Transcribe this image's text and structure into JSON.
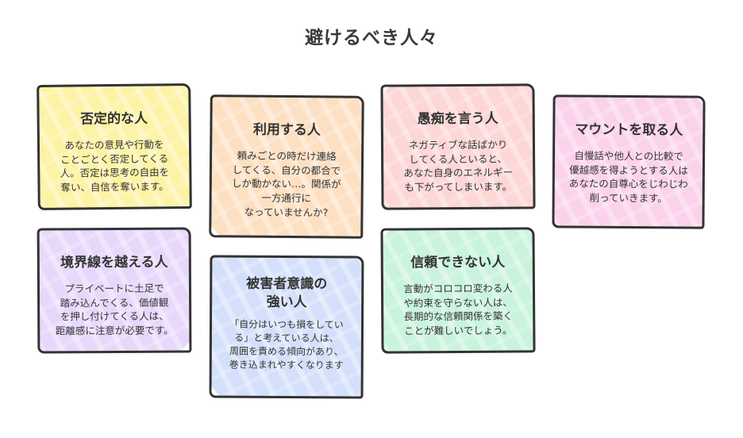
{
  "title": "避けるべき人々",
  "colors": {
    "yellow": "#fdf3a6",
    "peach": "#fde0c2",
    "pink": "#fdd6d6",
    "magenta": "#fbd2ec",
    "lavender": "#e7d8fb",
    "blue": "#d4e0fb",
    "mint": "#c9f3dd",
    "border": "#333333"
  },
  "cards": [
    {
      "title": "否定的な人",
      "body": "あなたの意見や行動を\nことごとく否定してくる\n人。否定は思考の自由を\n奪い、自信を奪います。"
    },
    {
      "title": "利用する人",
      "body": "頼みごとの時だけ連絡\nしてくる、自分の都合で\nしか動かない…。関係が\n一方通行に\nなっていませんか?"
    },
    {
      "title": "愚痴を言う人",
      "body": "ネガティブな話ばかり\nしてくる人といると、\nあなた自身のエネルギー\nも下がってしまいます。"
    },
    {
      "title": "マウントを取る人",
      "body": "自慢話や他人との比較で\n優越感を得ようとする人は\nあなたの自尊心をじわじわ\n削っていきます。"
    },
    {
      "title": "境界線を越える人",
      "body": "プライベートに土足で\n踏み込んでくる、価値観\nを押し付けてくる人は、\n距離感に注意が必要です。"
    },
    {
      "title": "被害者意識の\n強い人",
      "body": "「自分はいつも損をしてい\nる」と考えている人は、\n周囲を責める傾向があり、\n巻き込まれやすくなります"
    },
    {
      "title": "信頼できない人",
      "body": "言動がコロコロ変わる人\nや約束を守らない人は、\n長期的な信頼関係を築く\nことが難しいでしょう。"
    }
  ]
}
